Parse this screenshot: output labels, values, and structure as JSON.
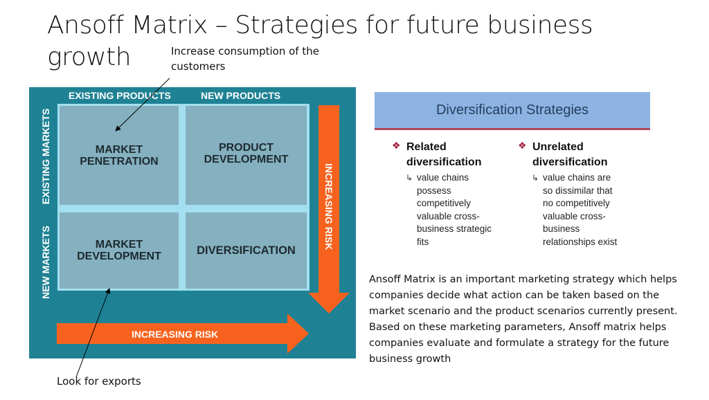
{
  "slide": {
    "title": "Ansoff Matrix – Strategies for future business\ngrowth",
    "annotation_top": "Increase consumption of the\ncustomers",
    "annotation_bottom": "Look for exports"
  },
  "matrix": {
    "col_headers": [
      "EXISTING PRODUCTS",
      "NEW PRODUCTS"
    ],
    "row_headers": [
      "EXISTING MARKETS",
      "NEW MARKETS"
    ],
    "cells": [
      "MARKET\nPENETRATION",
      "PRODUCT\nDEVELOPMENT",
      "MARKET\nDEVELOPMENT",
      "DIVERSIFICATION"
    ],
    "vertical_arrow_label": "INCREASING RISK",
    "horizontal_arrow_label": "INCREASING RISK",
    "colors": {
      "frame": "#1f8294",
      "cell": "#84b0bf",
      "grid": "#a3dff0",
      "arrow": "#f7621e"
    }
  },
  "diversification": {
    "header": "Diversification Strategies",
    "items": [
      {
        "title": "Related\ndiversification",
        "detail": "value chains\npossess\ncompetitively\nvaluable cross-\nbusiness strategic\nfits"
      },
      {
        "title": "Unrelated\ndiversification",
        "detail": "value chains are\nso dissimilar that\nno competitively\nvaluable cross-\nbusiness\nrelationships exist"
      }
    ],
    "bullet_icon": "four-diamond-icon",
    "sub_icon": "return-arrow-icon"
  },
  "description": "Ansoff Matrix is an important marketing strategy which helps\ncompanies decide what action can be taken based on the\nmarket scenario and the product scenarios currently present.\nBased on these marketing parameters, Ansoff matrix helps\ncompanies evaluate and formulate a strategy for the future\nbusiness growth"
}
